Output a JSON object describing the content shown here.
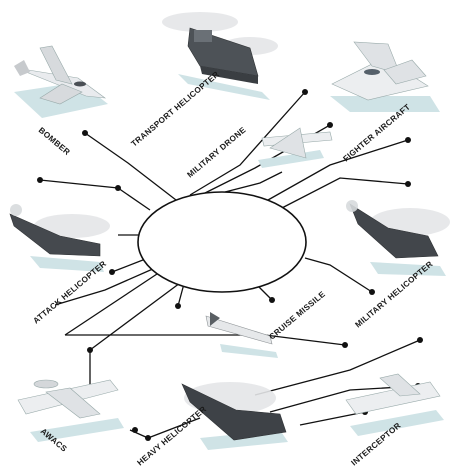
{
  "hub_label": "",
  "items": [
    {
      "name": "bomber",
      "label": "BOMBER"
    },
    {
      "name": "transport-helicopter",
      "label": "TRANSPORT HELICOPTER"
    },
    {
      "name": "military-drone",
      "label": "MILITARY DRONE"
    },
    {
      "name": "fighter-aircraft",
      "label": "FIGHTER AIRCRAFT"
    },
    {
      "name": "attack-helicopter",
      "label": "ATTACK HELICOPTER"
    },
    {
      "name": "military-helicopter",
      "label": "MILITARY HELICOPTER"
    },
    {
      "name": "cruise-missile",
      "label": "CRUISE MISSILE"
    },
    {
      "name": "awacs",
      "label": "AWACS"
    },
    {
      "name": "heavy-helicopter",
      "label": "HEAVY HELICOPTER"
    },
    {
      "name": "interceptor",
      "label": "INTERCEPTOR"
    }
  ],
  "colors": {
    "line": "#111111",
    "shadow": "#cfe3e6",
    "aircraft_light": "#eef0f2",
    "aircraft_dark": "#3c3f42"
  }
}
